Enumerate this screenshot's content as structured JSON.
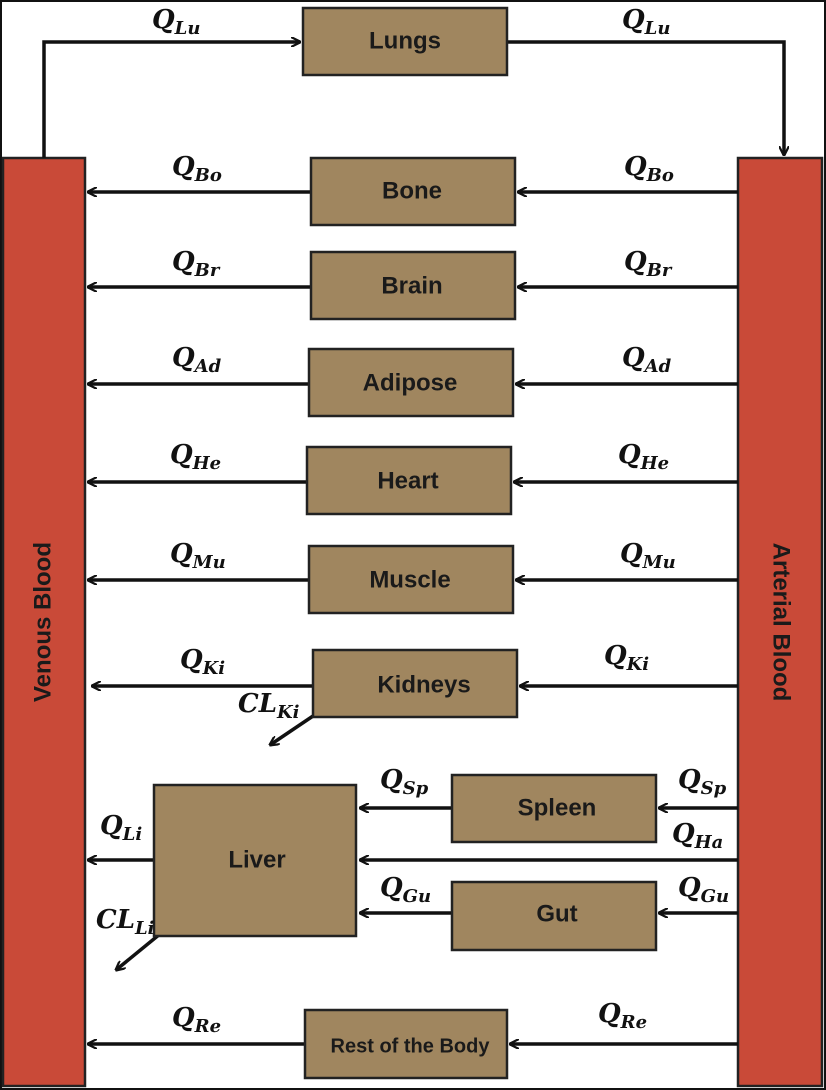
{
  "venous": {
    "label": "Venous Blood"
  },
  "arterial": {
    "label": "Arterial Blood"
  },
  "organs": {
    "lungs": "Lungs",
    "bone": "Bone",
    "brain": "Brain",
    "adipose": "Adipose",
    "heart": "Heart",
    "muscle": "Muscle",
    "kidneys": "Kidneys",
    "spleen": "Spleen",
    "liver": "Liver",
    "gut": "Gut",
    "rest": "Rest of the Body"
  },
  "flows": {
    "lu": {
      "main": "Q",
      "sub": "Lu"
    },
    "bo": {
      "main": "Q",
      "sub": "Bo"
    },
    "br": {
      "main": "Q",
      "sub": "Br"
    },
    "ad": {
      "main": "Q",
      "sub": "Ad"
    },
    "he": {
      "main": "Q",
      "sub": "He"
    },
    "mu": {
      "main": "Q",
      "sub": "Mu"
    },
    "ki": {
      "main": "Q",
      "sub": "Ki"
    },
    "sp": {
      "main": "Q",
      "sub": "Sp"
    },
    "ha": {
      "main": "Q",
      "sub": "Ha"
    },
    "gu": {
      "main": "Q",
      "sub": "Gu"
    },
    "li": {
      "main": "Q",
      "sub": "Li"
    },
    "re": {
      "main": "Q",
      "sub": "Re"
    }
  },
  "clearances": {
    "ki": {
      "main": "CL",
      "sub": "Ki"
    },
    "li": {
      "main": "CL",
      "sub": "Li"
    }
  },
  "colors": {
    "organ_fill": "#a0865f",
    "blood_fill": "#c94a38",
    "arrow": "#111111"
  }
}
